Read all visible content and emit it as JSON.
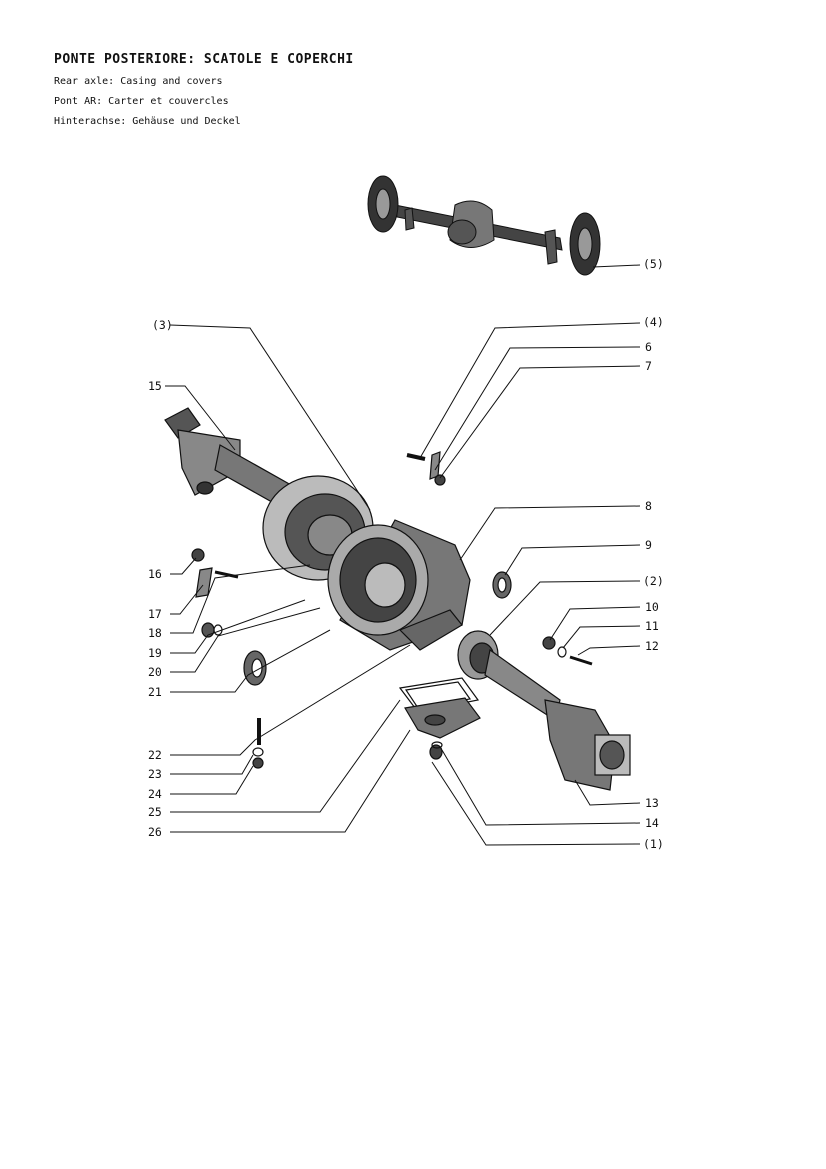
{
  "header": {
    "title": "PONTE POSTERIORE: SCATOLE E COPERCHI",
    "subtitles": [
      "Rear axle: Casing and covers",
      "Pont AR: Carter et couvercles",
      "Hinterachse: Gehäuse und Deckel"
    ]
  },
  "labels": {
    "p1": "(1)",
    "p2": "(2)",
    "p3": "(3)",
    "p4": "(4)",
    "p5": "(5)",
    "n6": "6",
    "n7": "7",
    "n8": "8",
    "n9": "9",
    "n10": "10",
    "n11": "11",
    "n12": "12",
    "n13": "13",
    "n14": "14",
    "n15": "15",
    "n16": "16",
    "n17": "17",
    "n18": "18",
    "n19": "19",
    "n20": "20",
    "n21": "21",
    "n22": "22",
    "n23": "23",
    "n24": "24",
    "n25": "25",
    "n26": "26"
  }
}
